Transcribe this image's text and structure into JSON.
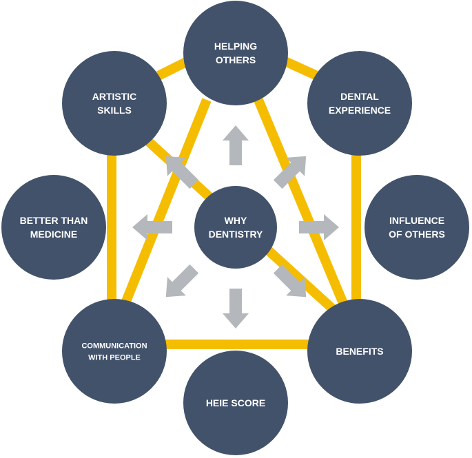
{
  "colors": {
    "node_fill": "#42526b",
    "connector": "#f5bd00",
    "arrow": "#b4b7bc",
    "label": "#ffffff",
    "background": "#ffffff"
  },
  "center": {
    "lines": [
      "WHY",
      "DENTISTRY"
    ]
  },
  "nodes": [
    {
      "id": "helping-others",
      "lines": [
        "HELPING",
        "OTHERS"
      ]
    },
    {
      "id": "dental-experience",
      "lines": [
        "DENTAL",
        "EXPERIENCE"
      ]
    },
    {
      "id": "influence-of-others",
      "lines": [
        "INFLUENCE",
        "OF OTHERS"
      ]
    },
    {
      "id": "benefits",
      "lines": [
        "BENEFITS"
      ]
    },
    {
      "id": "heie-score",
      "lines": [
        "HEIE SCORE"
      ]
    },
    {
      "id": "communication-with-people",
      "lines": [
        "COMMUNICATION",
        "WITH PEOPLE"
      ]
    },
    {
      "id": "better-than-medicine",
      "lines": [
        "BETTER THAN",
        "MEDICINE"
      ]
    },
    {
      "id": "artistic-skills",
      "lines": [
        "ARTISTIC",
        "SKILLS"
      ]
    }
  ],
  "connections": [
    [
      "artistic-skills",
      "helping-others"
    ],
    [
      "helping-others",
      "dental-experience"
    ],
    [
      "dental-experience",
      "benefits"
    ],
    [
      "benefits",
      "communication-with-people"
    ],
    [
      "communication-with-people",
      "artistic-skills"
    ],
    [
      "helping-others",
      "communication-with-people"
    ],
    [
      "helping-others",
      "benefits"
    ],
    [
      "artistic-skills",
      "benefits"
    ]
  ],
  "arrows": [
    {
      "name": "arrow-up",
      "direction": "up"
    },
    {
      "name": "arrow-up-right",
      "direction": "up-right"
    },
    {
      "name": "arrow-right",
      "direction": "right"
    },
    {
      "name": "arrow-down-right",
      "direction": "down-right"
    },
    {
      "name": "arrow-down",
      "direction": "down"
    },
    {
      "name": "arrow-down-left",
      "direction": "down-left"
    },
    {
      "name": "arrow-left",
      "direction": "left"
    },
    {
      "name": "arrow-up-left",
      "direction": "up-left"
    }
  ]
}
